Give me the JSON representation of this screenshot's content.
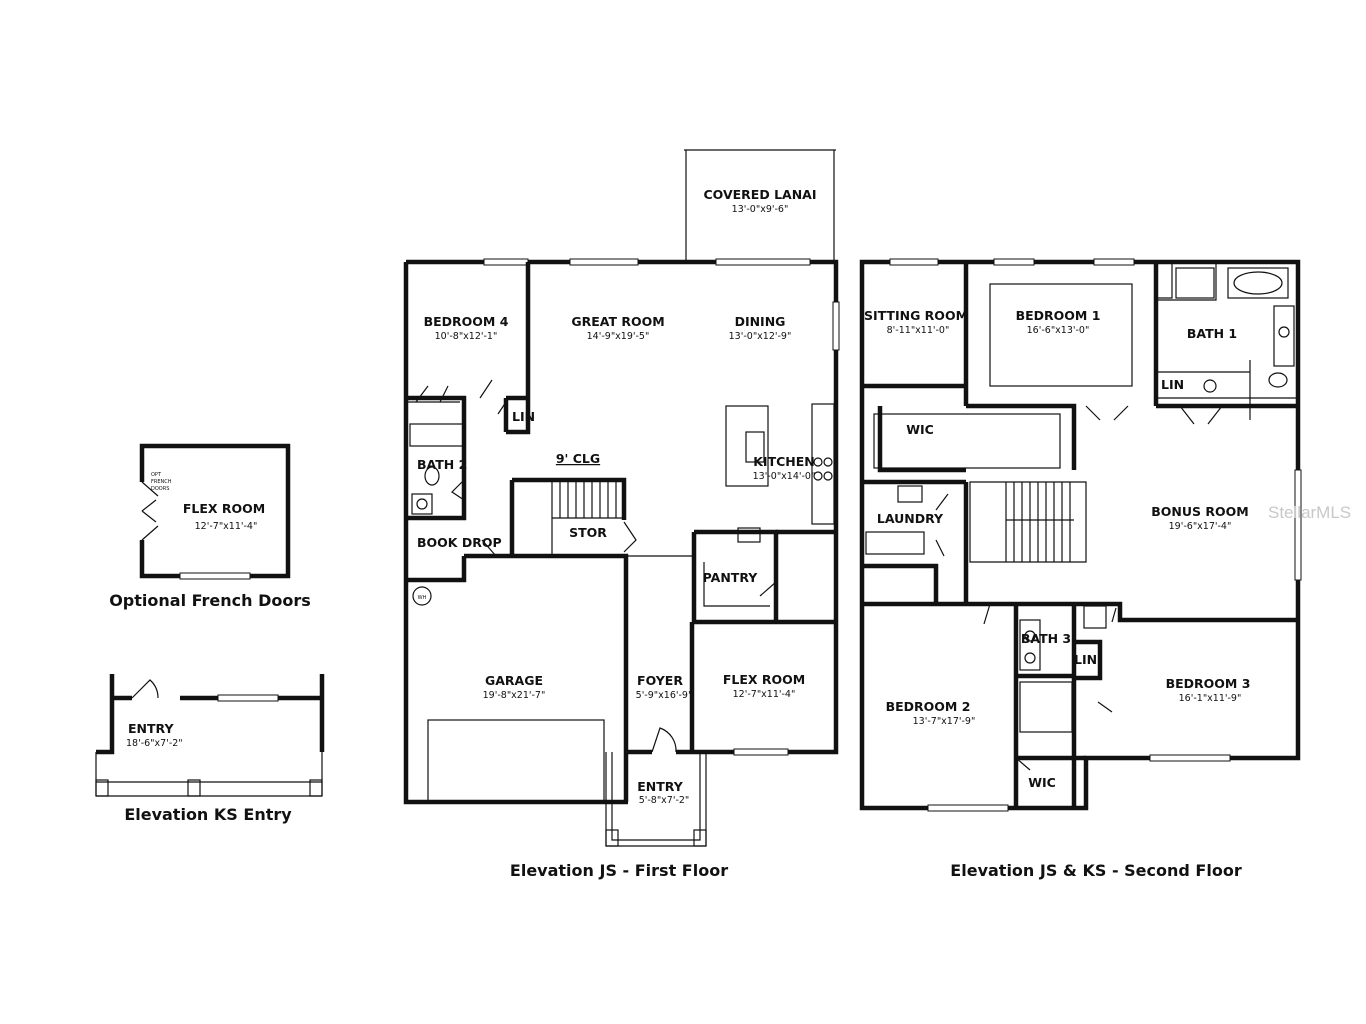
{
  "watermark": "StellarMLS",
  "plans": {
    "first_floor": {
      "caption": "Elevation JS - First Floor",
      "rooms": {
        "covered_lanai": {
          "name": "COVERED LANAI",
          "dims": "13'-0\"x9'-6\""
        },
        "bedroom4": {
          "name": "BEDROOM 4",
          "dims": "10'-8\"x12'-1\""
        },
        "great_room": {
          "name": "GREAT ROOM",
          "dims": "14'-9\"x19'-5\""
        },
        "dining": {
          "name": "DINING",
          "dims": "13'-0\"x12'-9\""
        },
        "lin": {
          "name": "LIN"
        },
        "ceiling": {
          "name": "9' CLG"
        },
        "kitchen": {
          "name": "KITCHEN",
          "dims": "13'-0\"x14'-0\""
        },
        "bath2": {
          "name": "BATH 2"
        },
        "stor": {
          "name": "STOR"
        },
        "book_drop": {
          "name": "BOOK DROP"
        },
        "pantry": {
          "name": "PANTRY"
        },
        "wh": {
          "name": "WH"
        },
        "garage": {
          "name": "GARAGE",
          "dims": "19'-8\"x21'-7\""
        },
        "foyer": {
          "name": "FOYER",
          "dims": "5'-9\"x16'-9\""
        },
        "flex_room": {
          "name": "FLEX ROOM",
          "dims": "12'-7\"x11'-4\""
        },
        "entry": {
          "name": "ENTRY",
          "dims": "5'-8\"x7'-2\""
        }
      }
    },
    "second_floor": {
      "caption": "Elevation JS & KS - Second Floor",
      "rooms": {
        "sitting_room": {
          "name": "SITTING ROOM",
          "dims": "8'-11\"x11'-0\""
        },
        "bedroom1": {
          "name": "BEDROOM 1",
          "dims": "16'-6\"x13'-0\""
        },
        "bath1": {
          "name": "BATH 1"
        },
        "lin1": {
          "name": "LIN"
        },
        "wic1": {
          "name": "WIC"
        },
        "laundry": {
          "name": "LAUNDRY"
        },
        "bonus_room": {
          "name": "BONUS ROOM",
          "dims": "19'-6\"x17'-4\""
        },
        "bath3": {
          "name": "BATH 3"
        },
        "lin2": {
          "name": "LIN"
        },
        "bedroom2": {
          "name": "BEDROOM 2",
          "dims": "13'-7\"x17'-9\""
        },
        "bedroom3": {
          "name": "BEDROOM 3",
          "dims": "16'-1\"x11'-9\""
        },
        "wic2": {
          "name": "WIC"
        }
      }
    },
    "optional": {
      "caption": "Optional French Doors",
      "note_line1": "OPT",
      "note_line2": "FRENCH",
      "note_line3": "DOORS",
      "room": {
        "name": "FLEX ROOM",
        "dims": "12'-7\"x11'-4\""
      }
    },
    "ks_entry": {
      "caption": "Elevation KS Entry",
      "room": {
        "name": "ENTRY",
        "dims": "18'-6\"x7'-2\""
      }
    }
  }
}
